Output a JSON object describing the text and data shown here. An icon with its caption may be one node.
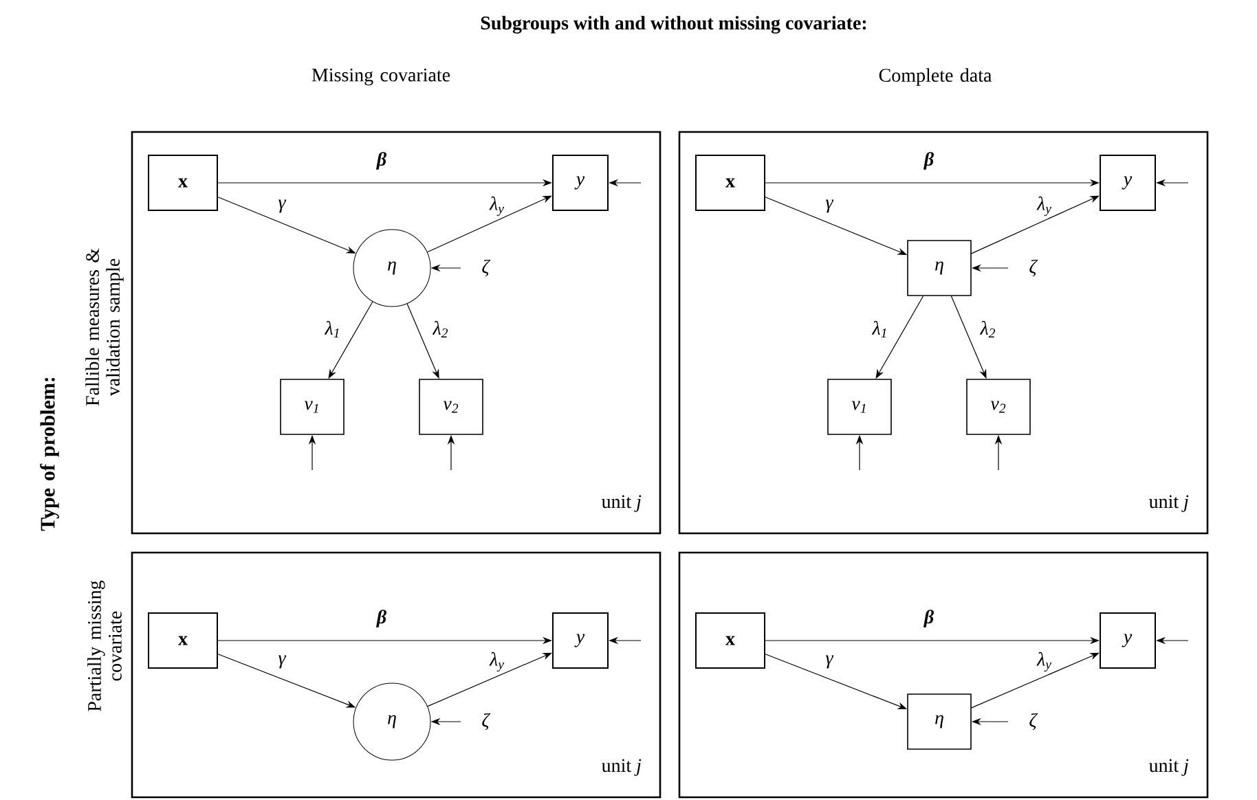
{
  "diagram": {
    "title": "Subgroups with and without missing covariate:",
    "nodes": [
      {
        "text": [
          "unit *j*"
        ]
      },
      {
        "text": [
          "x"
        ],
        "in": 0
      },
      {
        "text": [
          "y"
        ],
        "in": 0
      },
      {
        "text": [
          "η"
        ],
        "in": 0
      },
      {
        "text": [
          "v$_{1}$"
        ],
        "in": 0
      },
      {
        "text": [
          "v$_{2}$"
        ],
        "in": 0
      },
      {
        "text": [
          "unit *j*"
        ]
      },
      {
        "text": [
          "x"
        ],
        "in": 6
      },
      {
        "text": [
          "y"
        ],
        "in": 6
      },
      {
        "text": [
          "η"
        ],
        "in": 6
      },
      {
        "text": [
          "v$_{1}$"
        ],
        "in": 6
      },
      {
        "text": [
          "v$_{2}$"
        ],
        "in": 6
      },
      {
        "text": [
          "unit *j*"
        ]
      },
      {
        "text": [
          "x"
        ],
        "in": 12
      },
      {
        "text": [
          "y"
        ],
        "in": 12
      },
      {
        "text": [
          "η"
        ],
        "in": 12
      },
      {
        "text": [
          "unit *j*"
        ]
      },
      {
        "text": [
          "x"
        ],
        "in": 16
      },
      {
        "text": [
          "y"
        ],
        "in": 16
      },
      {
        "text": [
          "η"
        ],
        "in": 16
      }
    ],
    "edges": [
      {
        "from": 1,
        "to": 2,
        "arrow": "to",
        "label": "β"
      },
      {
        "from": 1,
        "to": 3,
        "arrow": "to",
        "label": "γ"
      },
      {
        "from": 3,
        "to": 2,
        "arrow": "to",
        "label": "λ$_{y}$"
      },
      {
        "from": 3,
        "to": 4,
        "arrow": "to",
        "label": "λ$_{1}$"
      },
      {
        "from": 3,
        "to": 5,
        "arrow": "to",
        "label": "λ$_{2}$"
      },
      {
        "from": null,
        "to": 2,
        "arrow": "to"
      },
      {
        "from": null,
        "to": 3,
        "arrow": "to",
        "label": "ζ"
      },
      {
        "from": null,
        "to": 4,
        "arrow": "to"
      },
      {
        "from": null,
        "to": 5,
        "arrow": "to"
      },
      {
        "from": 7,
        "to": 8,
        "arrow": "to",
        "label": "β"
      },
      {
        "from": 7,
        "to": 9,
        "arrow": "to",
        "label": "γ"
      },
      {
        "from": 9,
        "to": 8,
        "arrow": "to",
        "label": "λ$_{y}$"
      },
      {
        "from": 9,
        "to": 10,
        "arrow": "to",
        "label": "λ$_{1}$"
      },
      {
        "from": 9,
        "to": 11,
        "arrow": "to",
        "label": "λ$_{2}$"
      },
      {
        "from": null,
        "to": 8,
        "arrow": "to"
      },
      {
        "from": null,
        "to": 9,
        "arrow": "to",
        "label": "ζ"
      },
      {
        "from": null,
        "to": 10,
        "arrow": "to"
      },
      {
        "from": null,
        "to": 11,
        "arrow": "to"
      },
      {
        "from": 13,
        "to": 14,
        "arrow": "to",
        "label": "β"
      },
      {
        "from": 13,
        "to": 15,
        "arrow": "to",
        "label": "γ"
      },
      {
        "from": 15,
        "to": 14,
        "arrow": "to",
        "label": "λ$_{y}$"
      },
      {
        "from": null,
        "to": 14,
        "arrow": "to"
      },
      {
        "from": null,
        "to": 15,
        "arrow": "to",
        "label": "ζ"
      },
      {
        "from": 17,
        "to": 18,
        "arrow": "to",
        "label": "β"
      },
      {
        "from": 17,
        "to": 19,
        "arrow": "to",
        "label": "γ"
      },
      {
        "from": 19,
        "to": 18,
        "arrow": "to",
        "label": "λ$_{y}$"
      },
      {
        "from": null,
        "to": 18,
        "arrow": "to"
      },
      {
        "from": null,
        "to": 19,
        "arrow": "to",
        "label": "ζ"
      }
    ],
    "labels": [
      "Missing covariate",
      "Complete data",
      "Type of problem:",
      "Fallible measures & validation sample",
      "Partially missing covariate"
    ]
  }
}
